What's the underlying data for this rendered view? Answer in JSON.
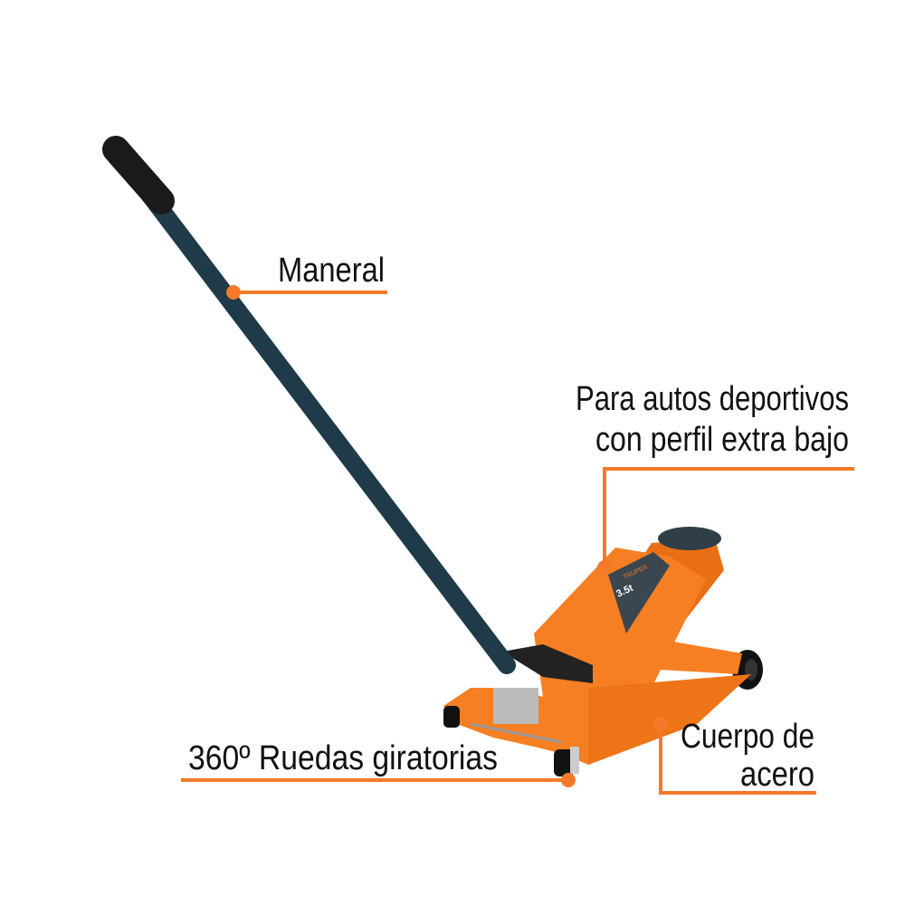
{
  "callouts": {
    "handle": {
      "label": "Maneral"
    },
    "low_profile": {
      "line1": "Para autos deportivos",
      "line2": "con perfil extra bajo"
    },
    "wheels": {
      "label": "360º Ruedas giratorias"
    },
    "body": {
      "line1": "Cuerpo de",
      "line2": "acero"
    }
  },
  "product_label": {
    "brand": "TRUPER",
    "capacity": "3.5t"
  },
  "colors": {
    "accent": "#f47a2a",
    "jack_body": "#f57f22",
    "handle": "#1f3a48",
    "text": "#111111"
  }
}
